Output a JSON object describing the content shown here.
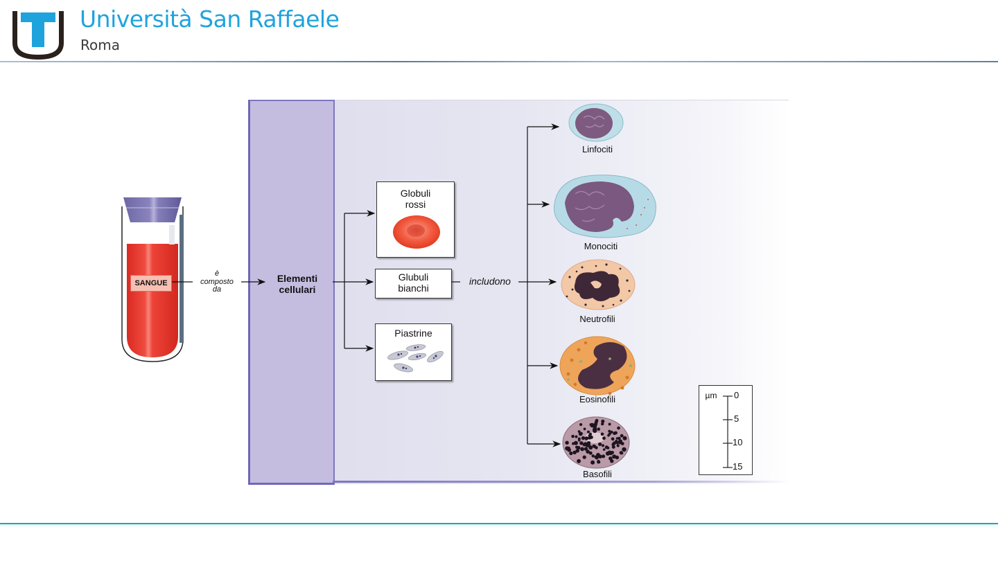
{
  "header": {
    "university_name": "Università San Raffaele",
    "city": "Roma",
    "brand_color": "#1fa3dd",
    "accent_line_color": "#2a9fb8"
  },
  "diagram": {
    "tube_label": "SANGUE",
    "relation_1": [
      "è",
      "composto",
      "da"
    ],
    "main_category": [
      "Elementi",
      "cellulari"
    ],
    "components": [
      {
        "name": [
          "Globuli",
          "rossi"
        ],
        "icon": "red-blood-cell-icon"
      },
      {
        "name": [
          "Glubuli",
          "bianchi"
        ],
        "icon": null
      },
      {
        "name": [
          "Piastrine"
        ],
        "icon": "platelets-icon"
      }
    ],
    "relation_2": "includono",
    "white_cells": [
      {
        "name": "Linfociti",
        "icon": "lymphocyte-icon"
      },
      {
        "name": "Monociti",
        "icon": "monocyte-icon"
      },
      {
        "name": "Neutrofili",
        "icon": "neutrophil-icon"
      },
      {
        "name": "Eosinofili",
        "icon": "eosinophil-icon"
      },
      {
        "name": "Basofili",
        "icon": "basophil-icon"
      }
    ],
    "scale": {
      "unit": "µm",
      "ticks": [
        "0",
        "5",
        "10",
        "15"
      ]
    },
    "colors": {
      "blood": "#e8322a",
      "cap": "#7e78b0",
      "panel_dark": "#c4bde0",
      "panel_border": "#6f68b8"
    }
  }
}
